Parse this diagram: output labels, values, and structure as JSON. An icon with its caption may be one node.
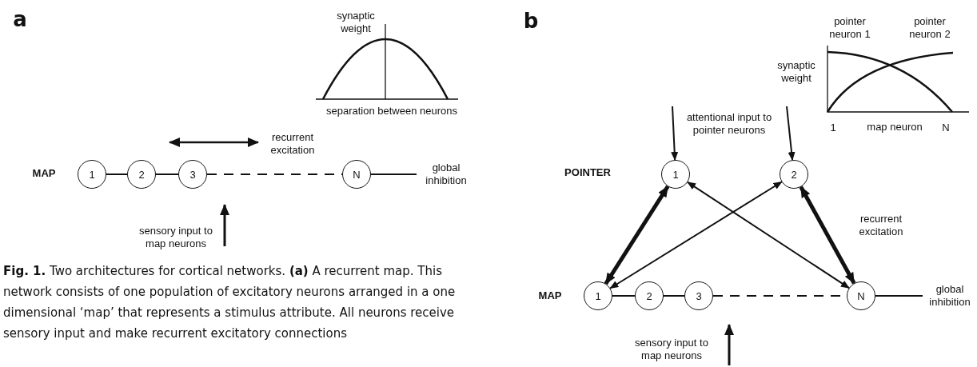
{
  "diagram": {
    "caption": "**Fig. 1.** Two architectures for cortical networks. **(a)** A recurrent map. This network consists of one population of excitatory neurons arranged in a one dimensional ‘map’ that represents a stimulus attribute. All neurons receive sensory input and make recurrent excitatory connections",
    "nodes": [
      {
        "text": [
          "1"
        ]
      },
      {
        "text": [
          "2"
        ]
      },
      {
        "text": [
          "3"
        ]
      },
      {
        "text": [
          "N"
        ]
      },
      {
        "text": [
          "global inhibition"
        ]
      },
      {
        "text": [
          "1"
        ]
      },
      {
        "text": [
          "2"
        ]
      },
      {
        "text": [
          "1"
        ]
      },
      {
        "text": [
          "2"
        ]
      },
      {
        "text": [
          "3"
        ]
      },
      {
        "text": [
          "N"
        ]
      },
      {
        "text": [
          "global inhibition"
        ]
      }
    ],
    "edges": [
      {
        "from": 0,
        "to": 1,
        "arrow": "none"
      },
      {
        "from": 1,
        "to": 2,
        "arrow": "none"
      },
      {
        "from": 2,
        "to": 3,
        "arrow": "none",
        "style": "dashed"
      },
      {
        "from": 3,
        "to": 4,
        "arrow": "none"
      },
      {
        "from": null,
        "to": 5,
        "arrow": "to"
      },
      {
        "from": null,
        "to": 6,
        "arrow": "to"
      },
      {
        "from": 5,
        "to": 7,
        "arrow": "both",
        "style": "thick"
      },
      {
        "from": 6,
        "to": 10,
        "arrow": "both",
        "style": "thick"
      },
      {
        "from": 6,
        "to": 7,
        "arrow": "both"
      },
      {
        "from": 5,
        "to": 10,
        "arrow": "both"
      },
      {
        "from": 7,
        "to": 8,
        "arrow": "none"
      },
      {
        "from": 8,
        "to": 9,
        "arrow": "none"
      },
      {
        "from": 9,
        "to": 10,
        "arrow": "none",
        "style": "dashed"
      },
      {
        "from": 10,
        "to": 11,
        "arrow": "none"
      }
    ],
    "labels": [
      "a",
      "synaptic weight",
      "separation between neurons",
      "recurrent excitation",
      "MAP",
      "sensory input to map neurons",
      "b",
      "pointer neuron 1",
      "pointer neuron 2",
      "synaptic weight",
      "1",
      "map neuron",
      "N",
      "attentional input to pointer neurons",
      "POINTER",
      "recurrent excitation",
      "MAP",
      "sensory input to map neurons"
    ]
  }
}
